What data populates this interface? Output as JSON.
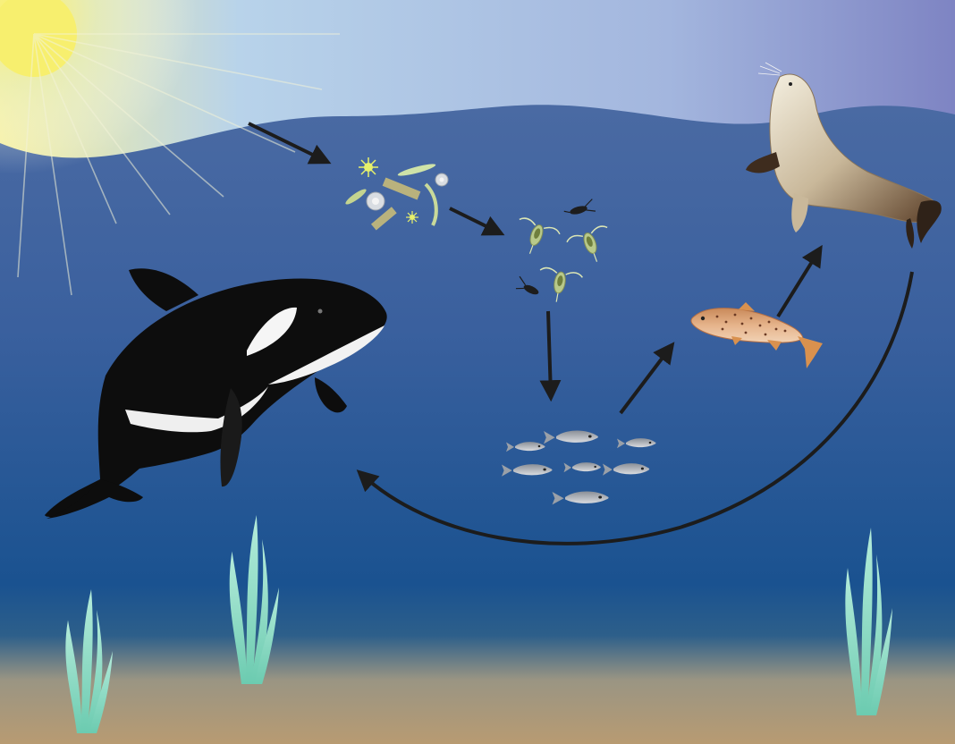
{
  "diagram": {
    "type": "marine food web",
    "nodes": [
      {
        "id": "sun",
        "kind": "energy-source",
        "icon": "sun-icon"
      },
      {
        "id": "phytoplankton",
        "kind": "producer",
        "icon": "phytoplankton-icon"
      },
      {
        "id": "zooplankton",
        "kind": "primary-consumer",
        "icon": "zooplankton-icon"
      },
      {
        "id": "small-fish",
        "kind": "secondary-consumer",
        "icon": "small-fish-school-icon"
      },
      {
        "id": "trout",
        "kind": "tertiary-consumer",
        "icon": "trout-icon"
      },
      {
        "id": "sea-lion",
        "kind": "top-consumer",
        "icon": "sea-lion-icon"
      },
      {
        "id": "orca",
        "kind": "apex-predator",
        "icon": "orca-icon"
      }
    ],
    "edges": [
      {
        "from": "sun",
        "to": "phytoplankton"
      },
      {
        "from": "phytoplankton",
        "to": "zooplankton"
      },
      {
        "from": "zooplankton",
        "to": "small-fish"
      },
      {
        "from": "small-fish",
        "to": "trout"
      },
      {
        "from": "trout",
        "to": "sea-lion"
      },
      {
        "from": "sea-lion",
        "to": "orca"
      }
    ],
    "decorations": [
      "seagrass-icon",
      "seagrass-icon",
      "seagrass-icon"
    ]
  },
  "colors": {
    "sky_light": "#b7d0ea",
    "sky_dark": "#7f86c4",
    "sun": "#f7ef7a",
    "water_top": "#4f6fa5",
    "water_deep": "#17508e",
    "sand": "#b79b73",
    "arrow": "#1c1c1c",
    "orca_black": "#0d0d0d",
    "orca_white": "#f2f2f2",
    "seagrass": "#8ad6c0"
  }
}
